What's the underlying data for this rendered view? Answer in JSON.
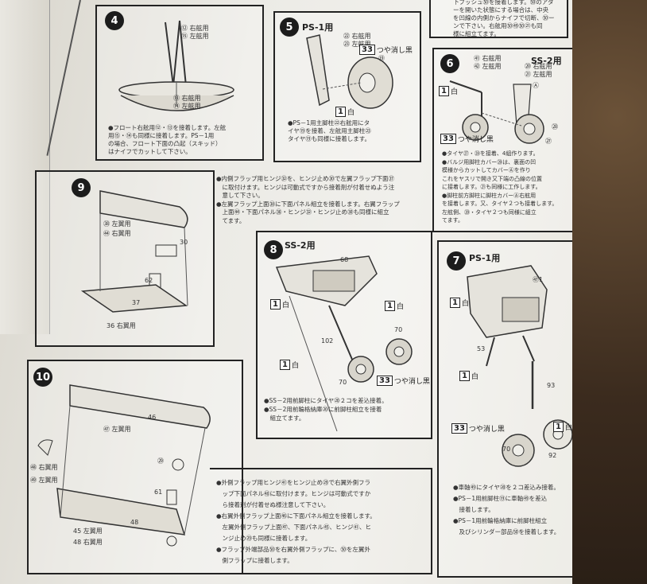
{
  "step4": {
    "number": "4",
    "parts": [
      "⑫ 右舷用",
      "⑮ 左舷用",
      "⑬ 右舷用",
      "⑭ 左舷用"
    ],
    "notes": [
      "●フロート右舷用⑫・⑬を接着します。左舷",
      "用⑮・⑭も同様に接着します。PS－1用",
      "の場合、フロート下面の凸起（スキッド）",
      "はナイフでカットして下さい。"
    ]
  },
  "step5": {
    "number": "5",
    "title": "PS-1用",
    "parts": [
      "㉒ 右舷用",
      "㉓ 左舷用",
      "⑲"
    ],
    "paint_flat_black": {
      "code": "33",
      "text": "つや消し黒"
    },
    "paint_white": {
      "code": "1",
      "text": "白"
    },
    "notes": [
      "●PS－1用主脚柱㉒右舷用にタ",
      "イヤ⑲を接着、左舷用主脚柱㉓",
      "タイヤ⑲も同様に接着します。"
    ]
  },
  "step6": {
    "number": "6",
    "title": "SS-2用",
    "parts": [
      "㊶ 右舷用",
      "㊷ 左舷用",
      "⑳ 右舷用",
      "㉑ 左舷用",
      "Ⓐ",
      "㉗",
      "㉘"
    ],
    "paint_white": {
      "code": "1",
      "text": "白"
    },
    "paint_flat_black": {
      "code": "33",
      "text": "つや消し黒"
    },
    "notes": [
      "●タイヤ㉗・㉘を接着、4組作ります。",
      "●バルジ用脚柱カバー⑳は、裏面の凹",
      "模様からカットしてカバーⒶを作り",
      "これをヤスリで開き又下端の凸線の位置",
      "に接着します。㉑も同様に工作します。",
      "●脚柱前方脚柱に脚柱カバーⒶ右舷用",
      "を接着します。又、タイヤ２つも接着します。",
      "左舷側、⑳・タイヤ２つも同様に組立",
      "てます。"
    ]
  },
  "step7": {
    "number": "7",
    "title": "PS-1用",
    "parts": [
      "㊼1",
      "53",
      "93",
      "92",
      "70",
      "70"
    ],
    "paint_white": {
      "code": "1",
      "text": "白"
    },
    "paint_flat_black": {
      "code": "33",
      "text": "つや消し黒"
    },
    "notes": [
      "●車軸㊾にタイヤ⑳を２コ差込み接着。",
      "●PS－1用前脚柱⑲に車軸㊾を差込",
      "　接着します。",
      "●PS－1用前輪格納庫に前脚柱組立",
      "　及びシリンダー部品㊿を接着します。"
    ]
  },
  "step8": {
    "number": "8",
    "title": "SS-2用",
    "parts": [
      "68",
      "70",
      "70",
      "102"
    ],
    "paint_white": {
      "code": "1",
      "text": "白"
    },
    "paint_flat_black": {
      "code": "33",
      "text": "つや消し黒"
    },
    "notes": [
      "●SS－2用前脚柱にタイヤ⑳２コを差込接着。",
      "●SS－2用前輪格納庫⑳に前脚柱組立を接着",
      "　組立てます。"
    ]
  },
  "step9": {
    "number": "9",
    "parts": [
      "㊳ 左翼用",
      "㊹ 右翼用",
      "30",
      "62",
      "37",
      "36 右翼用"
    ],
    "notes": [
      "●内側フラップ用ヒンジ㉜を、ヒンジ止め㉚で左翼フラップ下面㊲",
      "　に取付けます。ヒンジは可動式ですから接着剤が付着せぬよう注",
      "　意して下さい。",
      "●左翼フラップ上面㊳に下面パネル組立を接着します。右翼フラップ",
      "　上面㊹・下面パネル㊱・ヒンジ㉜・ヒンジ止め㉚も同様に組立",
      "　てます。"
    ]
  },
  "step10": {
    "number": "10",
    "parts": [
      "46",
      "㊼ 左翼用",
      "㉙",
      "㊽ 右翼用",
      "㊾ 左翼用",
      "61",
      "45 左翼用",
      "48 右翼用",
      "48"
    ],
    "notes": [
      "●外側フラップ用ヒンジ㊶をヒンジ止め㉙で右翼外側フラ",
      "　ップ下面パネル㊽に取付けます。ヒンジは可動式ですか",
      "　ら接着剤が付着せぬ様注意して下さい。",
      "●右翼外側フラップ上面㊻に下面パネル組立を接着します。",
      "　左翼外側フラップ上面㊼、下面パネル㊺、ヒンジ㊶、ヒ",
      "　ンジ止め㉙も同様に接着します。",
      "●フラップ外端部品㊿を右翼外側フラップに、㊿を左翼外",
      "　側フラップに接着します。"
    ]
  },
  "top_right_note": [
    "下ブッシュ㊿を接着します。㊿のアダ",
    "ーを開いた状態にする場合は、中央",
    "を凹線の内側からナイフで切断、㊿ー",
    "ンで下さい。右舷用㊿㊾㊿㉑も同",
    "様に組立てます。"
  ]
}
